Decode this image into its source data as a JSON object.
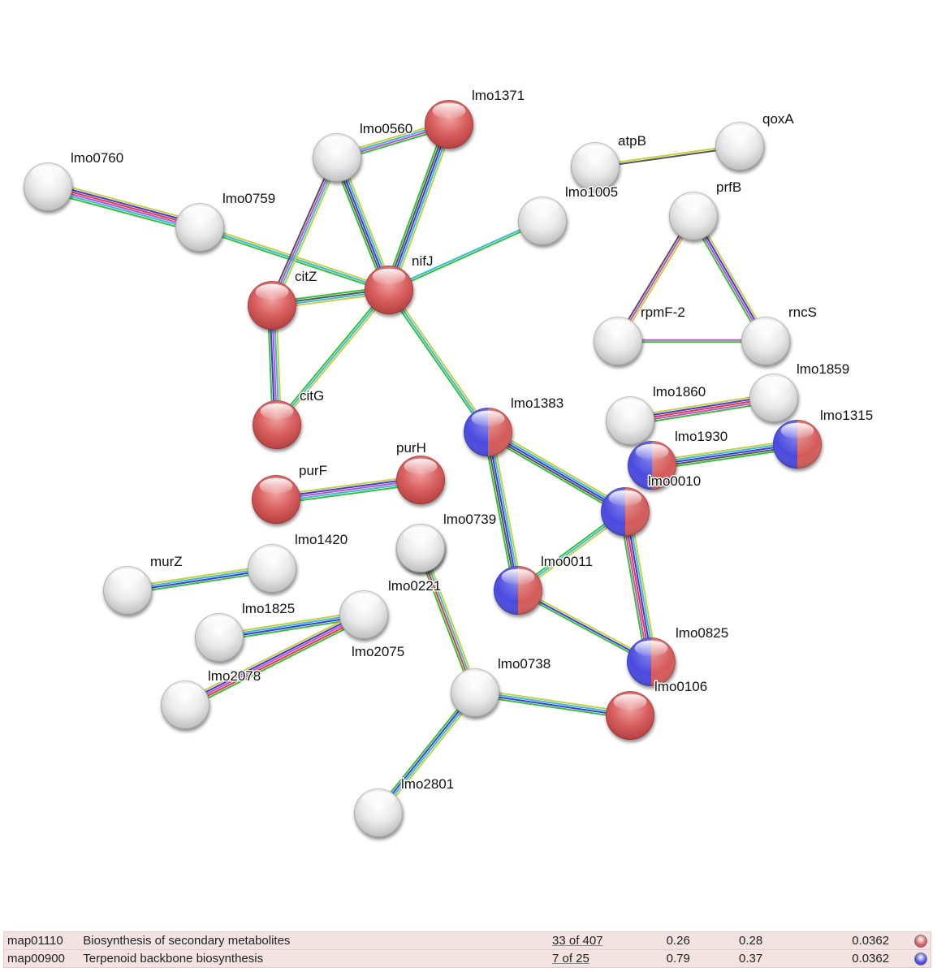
{
  "colors": {
    "secondary_metabolites": "#d45a5a",
    "terpenoid": "#4a4ae0",
    "none": "#e6e6e6"
  },
  "nodes": [
    {
      "id": "lmo0760",
      "label": "lmo0760",
      "group": "none"
    },
    {
      "id": "lmo0759",
      "label": "lmo0759",
      "group": "none"
    },
    {
      "id": "lmo0560",
      "label": "lmo0560",
      "group": "none"
    },
    {
      "id": "lmo1371",
      "label": "lmo1371",
      "group": "red"
    },
    {
      "id": "atpB",
      "label": "atpB",
      "group": "none"
    },
    {
      "id": "qoxA",
      "label": "qoxA",
      "group": "none"
    },
    {
      "id": "lmo1005",
      "label": "lmo1005",
      "group": "none"
    },
    {
      "id": "prfB",
      "label": "prfB",
      "group": "none"
    },
    {
      "id": "nifJ",
      "label": "nifJ",
      "group": "red"
    },
    {
      "id": "citZ",
      "label": "citZ",
      "group": "red"
    },
    {
      "id": "rpmF-2",
      "label": "rpmF-2",
      "group": "none"
    },
    {
      "id": "rncS",
      "label": "rncS",
      "group": "none"
    },
    {
      "id": "citG",
      "label": "citG",
      "group": "red"
    },
    {
      "id": "lmo1859",
      "label": "lmo1859",
      "group": "none"
    },
    {
      "id": "lmo1860",
      "label": "lmo1860",
      "group": "none"
    },
    {
      "id": "lmo1383",
      "label": "lmo1383",
      "group": "both"
    },
    {
      "id": "lmo1315",
      "label": "lmo1315",
      "group": "both"
    },
    {
      "id": "lmo1930",
      "label": "lmo1930",
      "group": "both"
    },
    {
      "id": "purH",
      "label": "purH",
      "group": "red"
    },
    {
      "id": "purF",
      "label": "purF",
      "group": "red"
    },
    {
      "id": "lmo0010",
      "label": "lmo0010",
      "group": "both"
    },
    {
      "id": "lmo0739",
      "label": "lmo0739",
      "group": "none"
    },
    {
      "id": "lmo1420",
      "label": "lmo1420",
      "group": "none"
    },
    {
      "id": "lmo0011",
      "label": "lmo0011",
      "group": "both"
    },
    {
      "id": "murZ",
      "label": "murZ",
      "group": "none"
    },
    {
      "id": "lmo0221",
      "label": "lmo0221",
      "group": "none"
    },
    {
      "id": "lmo1825",
      "label": "lmo1825",
      "group": "none"
    },
    {
      "id": "lmo0825",
      "label": "lmo0825",
      "group": "both"
    },
    {
      "id": "lmo2075",
      "label": "lmo2075",
      "group": "none"
    },
    {
      "id": "lmo0738",
      "label": "lmo0738",
      "group": "none"
    },
    {
      "id": "lmo2078",
      "label": "lmo2078",
      "group": "none"
    },
    {
      "id": "lmo0106",
      "label": "lmo0106",
      "group": "red"
    },
    {
      "id": "lmo2801",
      "label": "lmo2801",
      "group": "none"
    }
  ],
  "edges": [
    {
      "source": "lmo0760",
      "target": "lmo0759",
      "colors": [
        "#c7cf3c",
        "#3a3adf",
        "#e23a3a",
        "#c050d0",
        "#3ab8e0",
        "#36c036"
      ]
    },
    {
      "source": "lmo0759",
      "target": "nifJ",
      "colors": [
        "#c7cf3c",
        "#3ab8e0",
        "#36c036"
      ]
    },
    {
      "source": "lmo0560",
      "target": "lmo1371",
      "colors": [
        "#c7cf3c",
        "#3ab8e0",
        "#c050d0",
        "#36c036"
      ]
    },
    {
      "source": "lmo0560",
      "target": "nifJ",
      "colors": [
        "#c7cf3c",
        "#3ab8e0",
        "#3a3adf",
        "#555555",
        "#36c036"
      ]
    },
    {
      "source": "lmo0560",
      "target": "citZ",
      "colors": [
        "#c7cf3c",
        "#3ab8e0",
        "#c050d0",
        "#555555"
      ]
    },
    {
      "source": "lmo1371",
      "target": "nifJ",
      "colors": [
        "#c7cf3c",
        "#3ab8e0",
        "#3a3adf",
        "#555555",
        "#36c036"
      ]
    },
    {
      "source": "nifJ",
      "target": "lmo1005",
      "colors": [
        "#3ab8e0",
        "#36c036"
      ]
    },
    {
      "source": "nifJ",
      "target": "citZ",
      "colors": [
        "#c7cf3c",
        "#3ab8e0",
        "#555555",
        "#36c036"
      ]
    },
    {
      "source": "nifJ",
      "target": "citG",
      "colors": [
        "#c7cf3c",
        "#3ab8e0",
        "#36c036"
      ]
    },
    {
      "source": "nifJ",
      "target": "lmo1383",
      "colors": [
        "#c7cf3c",
        "#3ab8e0",
        "#36c036"
      ]
    },
    {
      "source": "citZ",
      "target": "citG",
      "colors": [
        "#c7cf3c",
        "#3ab8e0",
        "#c050d0",
        "#3a3adf",
        "#36c036"
      ]
    },
    {
      "source": "atpB",
      "target": "qoxA",
      "colors": [
        "#c7cf3c",
        "#555555"
      ]
    },
    {
      "source": "prfB",
      "target": "rpmF-2",
      "colors": [
        "#c7cf3c",
        "#c050d0",
        "#555555"
      ]
    },
    {
      "source": "prfB",
      "target": "rncS",
      "colors": [
        "#c7cf3c",
        "#3a3adf",
        "#c050d0",
        "#36c036"
      ]
    },
    {
      "source": "rpmF-2",
      "target": "rncS",
      "colors": [
        "#c050d0",
        "#36c036"
      ]
    },
    {
      "source": "lmo1860",
      "target": "lmo1859",
      "colors": [
        "#c7cf3c",
        "#3a3adf",
        "#e23a3a",
        "#c050d0",
        "#36c036"
      ]
    },
    {
      "source": "lmo1930",
      "target": "lmo1315",
      "colors": [
        "#c7cf3c",
        "#3ab8e0",
        "#3a3adf",
        "#555555",
        "#36c036"
      ]
    },
    {
      "source": "purF",
      "target": "purH",
      "colors": [
        "#c7cf3c",
        "#3a3adf",
        "#c050d0",
        "#3ab8e0",
        "#36c036"
      ]
    },
    {
      "source": "lmo1383",
      "target": "lmo0010",
      "colors": [
        "#c7cf3c",
        "#3ab8e0",
        "#3a3adf",
        "#555555",
        "#36c036"
      ]
    },
    {
      "source": "lmo1383",
      "target": "lmo0011",
      "colors": [
        "#c7cf3c",
        "#3ab8e0",
        "#3a3adf",
        "#555555",
        "#36c036"
      ]
    },
    {
      "source": "lmo0010",
      "target": "lmo0011",
      "colors": [
        "#c7cf3c",
        "#3ab8e0",
        "#36c036"
      ]
    },
    {
      "source": "lmo0010",
      "target": "lmo0825",
      "colors": [
        "#c7cf3c",
        "#3ab8e0",
        "#3a3adf",
        "#e23a3a",
        "#c050d0",
        "#36c036"
      ]
    },
    {
      "source": "lmo0011",
      "target": "lmo0825",
      "colors": [
        "#c7cf3c",
        "#3a3adf",
        "#36c036"
      ]
    },
    {
      "source": "murZ",
      "target": "lmo1420",
      "colors": [
        "#c7cf3c",
        "#3ab8e0",
        "#3a3adf",
        "#36c036"
      ]
    },
    {
      "source": "lmo1825",
      "target": "lmo2075",
      "colors": [
        "#c7cf3c",
        "#3ab8e0",
        "#3a3adf",
        "#36c036"
      ]
    },
    {
      "source": "lmo2078",
      "target": "lmo2075",
      "colors": [
        "#c7cf3c",
        "#3a3adf",
        "#c050d0",
        "#e23a3a",
        "#36c036"
      ]
    },
    {
      "source": "lmo0739",
      "target": "lmo0738",
      "colors": [
        "#c7cf3c",
        "#3ab8e0",
        "#e23a3a",
        "#36c036"
      ]
    },
    {
      "source": "lmo0738",
      "target": "lmo0106",
      "colors": [
        "#c7cf3c",
        "#3ab8e0",
        "#3a3adf",
        "#36c036"
      ]
    },
    {
      "source": "lmo0738",
      "target": "lmo2801",
      "colors": [
        "#c7cf3c",
        "#3ab8e0",
        "#3a3adf",
        "#36c036"
      ]
    }
  ],
  "legend": {
    "rows": [
      {
        "id": "map01110",
        "description": "Biosynthesis of secondary metabolites",
        "count": "33 of 407",
        "strength": "0.26",
        "signal": "0.28",
        "fdr": "0.0362",
        "color": "#d45a5a"
      },
      {
        "id": "map00900",
        "description": "Terpenoid backbone biosynthesis",
        "count": "7 of 25",
        "strength": "0.79",
        "signal": "0.37",
        "fdr": "0.0362",
        "color": "#4a4ae0"
      }
    ]
  }
}
